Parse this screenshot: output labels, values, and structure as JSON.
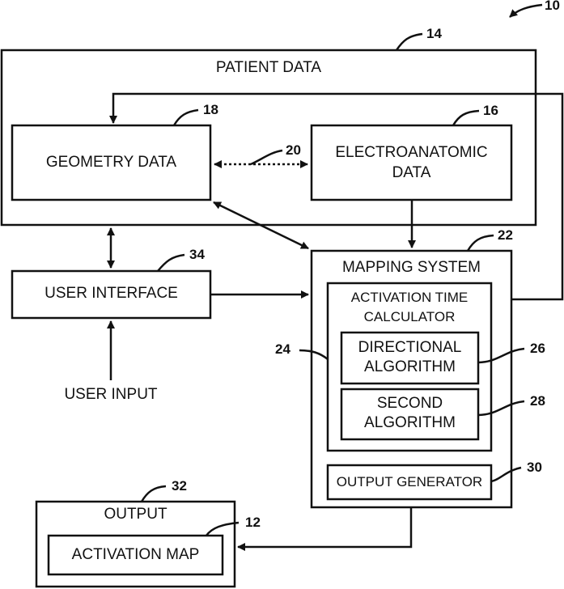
{
  "figure_ref": "10",
  "patient_data": {
    "title": "PATIENT DATA",
    "ref": "14"
  },
  "geometry_data": {
    "label": "GEOMETRY DATA",
    "ref": "18"
  },
  "electroanatomic_data": {
    "line1": "ELECTROANATOMIC",
    "line2": "DATA",
    "ref": "16"
  },
  "link_ref": "20",
  "mapping_system": {
    "title": "MAPPING SYSTEM",
    "ref": "22"
  },
  "activation_time_calculator": {
    "line1": "ACTIVATION TIME",
    "line2": "CALCULATOR",
    "ref": "24"
  },
  "directional_algorithm": {
    "line1": "DIRECTIONAL",
    "line2": "ALGORITHM",
    "ref": "26"
  },
  "second_algorithm": {
    "line1": "SECOND",
    "line2": "ALGORITHM",
    "ref": "28"
  },
  "output_generator": {
    "label": "OUTPUT GENERATOR",
    "ref": "30"
  },
  "user_interface": {
    "label": "USER INTERFACE",
    "ref": "34"
  },
  "user_input": {
    "label": "USER INPUT"
  },
  "output": {
    "title": "OUTPUT",
    "ref": "32"
  },
  "activation_map": {
    "label": "ACTIVATION MAP",
    "ref": "12"
  },
  "colors": {
    "stroke": "#111111",
    "background": "#ffffff"
  }
}
